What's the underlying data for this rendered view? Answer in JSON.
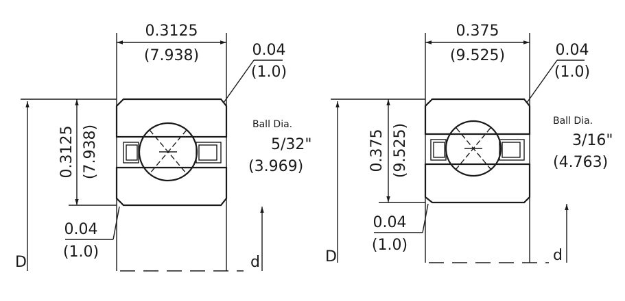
{
  "left": {
    "width_in": "0.3125",
    "width_mm": "(7.938)",
    "height_in": "0.3125",
    "height_mm": "(7.938)",
    "chamfer_top_in": "0.04",
    "chamfer_top_mm": "(1.0)",
    "chamfer_bot_in": "0.04",
    "chamfer_bot_mm": "(1.0)",
    "ball_label": "Ball Dia.",
    "ball_in": "5/32\"",
    "ball_mm": "(3.969)",
    "outer_label": "D",
    "inner_label": "d"
  },
  "right": {
    "width_in": "0.375",
    "width_mm": "(9.525)",
    "height_in": "0.375",
    "height_mm": "(9.525)",
    "chamfer_top_in": "0.04",
    "chamfer_top_mm": "(1.0)",
    "chamfer_bot_in": "0.04",
    "chamfer_bot_mm": "(1.0)",
    "ball_label": "Ball Dia.",
    "ball_in": "3/16\"",
    "ball_mm": "(4.763)",
    "outer_label": "D",
    "inner_label": "d"
  }
}
